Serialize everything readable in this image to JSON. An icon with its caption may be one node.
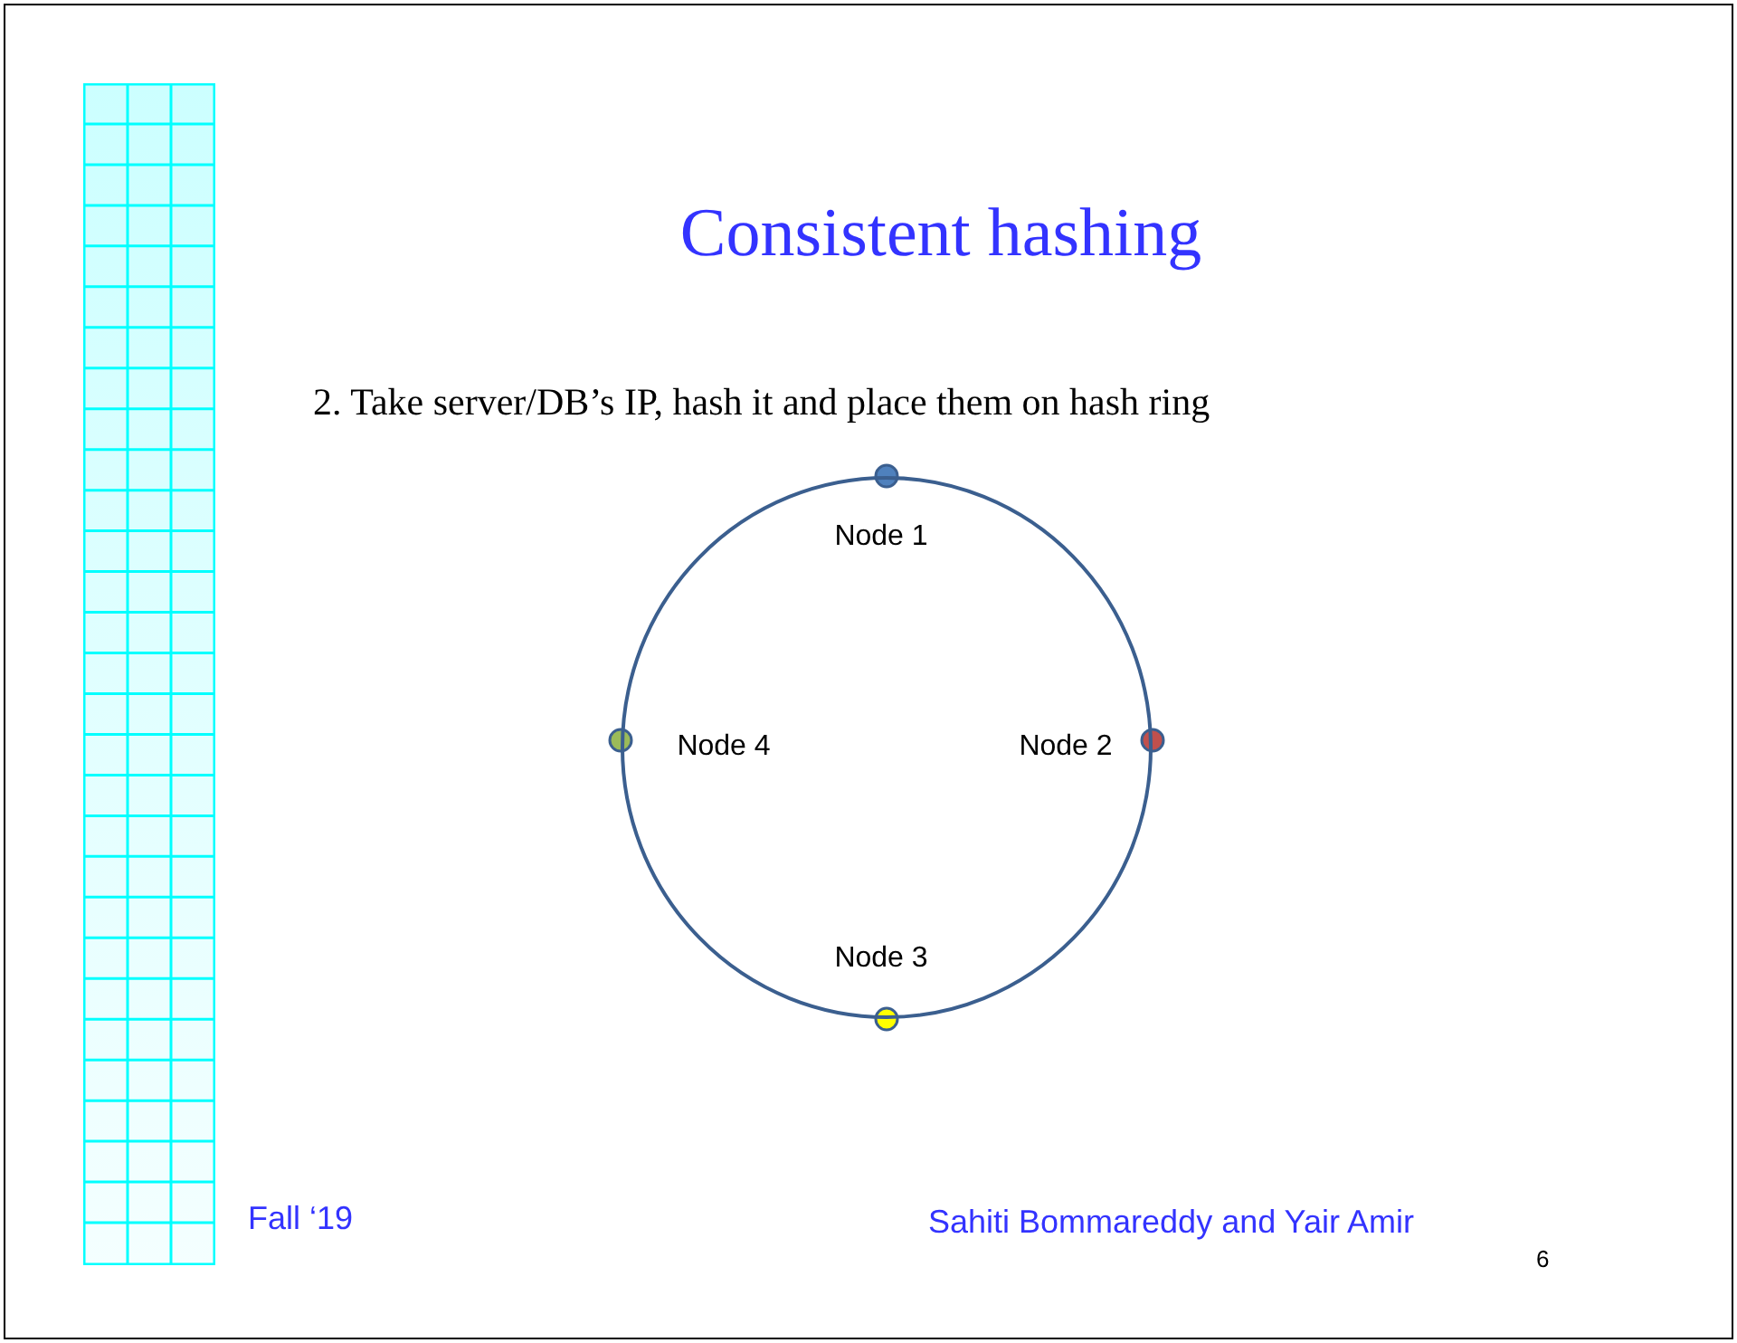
{
  "diagram": {
    "title": "Consistent hashing",
    "nodes": [
      {
        "text": [],
        "shape": "circle"
      },
      {
        "text": [
          "Node 1"
        ],
        "in": 0
      },
      {
        "text": [
          "Node 2"
        ],
        "in": 0
      },
      {
        "text": [
          "Node 3"
        ],
        "in": 0
      },
      {
        "text": [
          "Node 4"
        ],
        "in": 0
      }
    ],
    "labels": [
      "2. Take server/DB’s IP, hash it and place them on hash ring",
      "Fall ‘19",
      "Sahiti Bommareddy and Yair Amir",
      "6"
    ]
  }
}
